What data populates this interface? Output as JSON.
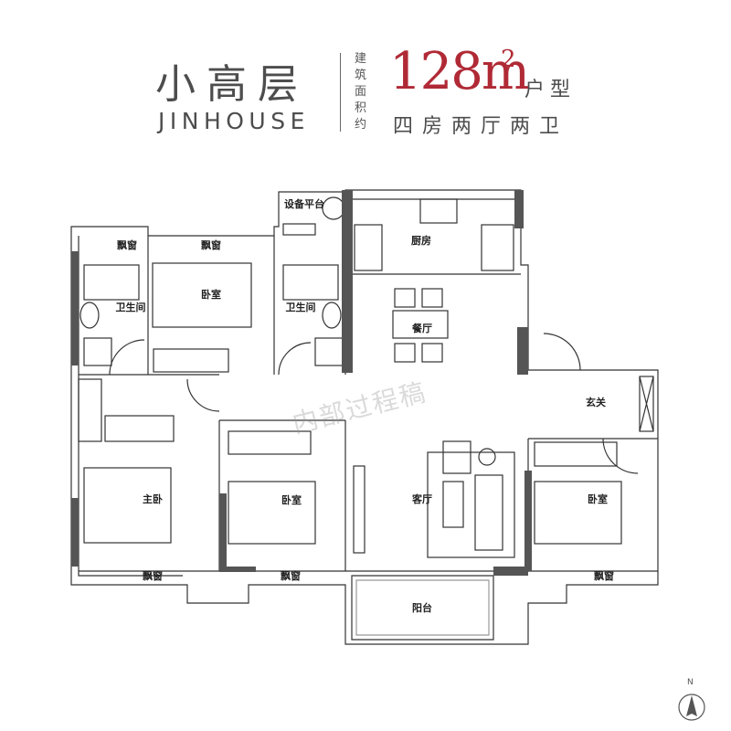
{
  "header": {
    "title_zh": "小高层",
    "title_en": "JINHOUSE",
    "area_label": "建筑面积约",
    "area_value": "128m",
    "area_unit_sup": "2",
    "unit_type": "户型",
    "layout_desc": "四房两厅两卫"
  },
  "colors": {
    "accent_red": "#b02a36",
    "text_gray": "#4d4d4d",
    "wall_dark": "#555555"
  },
  "rooms": {
    "equipment_platform": "设备平台",
    "kitchen": "厨房",
    "dining": "餐厅",
    "bay_window_1": "飘窗",
    "bay_window_2": "飘窗",
    "bedroom_top": "卧室",
    "bathroom_1": "卫生间",
    "bathroom_2": "卫生间",
    "foyer": "玄关",
    "master_bedroom": "主卧",
    "bedroom_middle": "卧室",
    "living_room": "客厅",
    "bedroom_right": "卧室",
    "bay_window_3": "飘窗",
    "bay_window_4": "飘窗",
    "bay_window_5": "飘窗",
    "balcony": "阳台"
  },
  "watermark": "内部过程稿",
  "compass": {
    "north_label": "N"
  }
}
